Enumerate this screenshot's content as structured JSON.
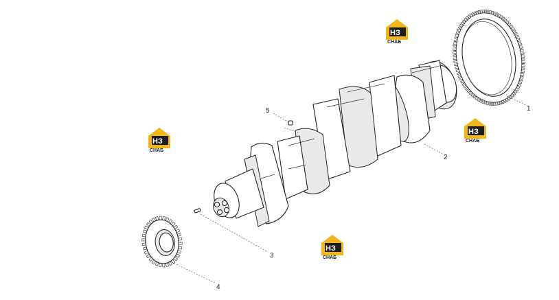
{
  "diagram": {
    "callouts": [
      {
        "label": "1",
        "part": "ring gear"
      },
      {
        "label": "2",
        "part": "crankshaft"
      },
      {
        "label": "3",
        "part": "pin"
      },
      {
        "label": "4",
        "part": "crankshaft gear"
      },
      {
        "label": "5",
        "part": "plug"
      }
    ]
  },
  "watermarks": [
    {
      "mark": "НЗ",
      "text": "СНАБ"
    },
    {
      "mark": "НЗ",
      "text": "СНАБ"
    },
    {
      "mark": "НЗ",
      "text": "СНАБ"
    },
    {
      "mark": "НЗ",
      "text": "СНАБ"
    }
  ],
  "colors": {
    "logo_yellow": "#f2b51c",
    "logo_dark": "#1e1e1e",
    "line": "#222222"
  }
}
